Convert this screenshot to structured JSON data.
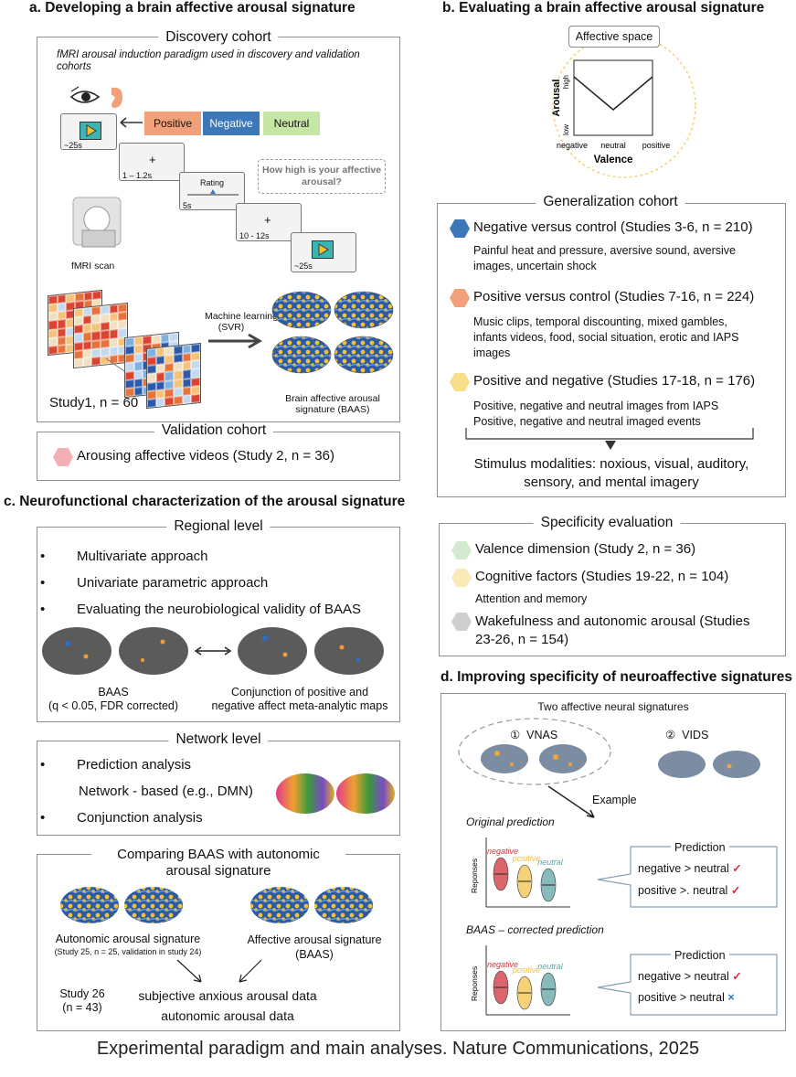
{
  "panel_a": {
    "title": "a.  Developing a brain affective arousal signature",
    "discovery_title": "Discovery cohort",
    "paradigm_caption": "fMRI arousal induction paradigm used in discovery and validation cohorts",
    "conditions": [
      "Positive",
      "Negative",
      "Neutral"
    ],
    "condition_colors": [
      "#f2a07a",
      "#3c78b8",
      "#c6e6a4"
    ],
    "frame_video_time": "~25s",
    "frame_fix1_time": "1 – 1.2s",
    "rating_label": "Rating",
    "rating_time": "5s",
    "question": "How high is your affective arousal?",
    "frame_fix2_time": "10 - 12s",
    "frame_video2_time": "~25s",
    "fixation": "+",
    "scan_label": "fMRI scan",
    "ml_label_1": "Machine learning",
    "ml_label_2": "(SVR)",
    "study_label": "Study1, n = 60",
    "baas_label_1": "Brain affective arousal",
    "baas_label_2": "signature (BAAS)",
    "validation_title": "Validation cohort",
    "validation_item": "Arousing affective videos (Study 2, n = 36)"
  },
  "panel_b": {
    "title": "b.  Evaluating a brain affective arousal signature",
    "affective_space": "Affective space",
    "ylabel": "Arousal",
    "y_high": "high",
    "y_low": "low",
    "xlabel": "Valence",
    "x_ticks": [
      "negative",
      "neutral",
      "positive"
    ],
    "generalization_title": "Generalization cohort",
    "gen_items": [
      {
        "heading": "Negative versus control (Studies 3-6, n = 210)",
        "color": "#3c78b8",
        "detail_1": "Painful heat and pressure, aversive sound, aversive",
        "detail_2": "images, uncertain shock",
        "detail_3": ""
      },
      {
        "heading": "Positive versus control (Studies 7-16, n = 224)",
        "color": "#f2a07a",
        "detail_1": "Music clips, temporal discounting, mixed gambles,",
        "detail_2": "infants videos, food, social situation, erotic and IAPS",
        "detail_3": "images"
      },
      {
        "heading": "Positive and negative (Studies 17-18, n = 176)",
        "color": "#f8de8a",
        "detail_1": "Positive, negative and neutral images from IAPS",
        "detail_2": "Positive, negative and neutral imaged events",
        "detail_3": ""
      }
    ],
    "modalities_1": "Stimulus modalities: noxious, visual, auditory,",
    "modalities_2": "sensory, and mental imagery",
    "specificity_title": "Specificity evaluation",
    "spec_items": [
      {
        "line1": "Valence dimension (Study 2, n = 36)",
        "line2": "",
        "color": "#d4ead0"
      },
      {
        "line1": "Cognitive factors (Studies 19-22, n = 104)",
        "line2": "",
        "color": "#fbeab8"
      },
      {
        "line1": "Wakefulness and autonomic arousal (Studies",
        "line2": "23-26, n = 154)",
        "color": "#cfcfcf"
      }
    ],
    "attention_memory": "Attention and memory"
  },
  "panel_c": {
    "title": "c.  Neurofunctional characterization of the arousal signature",
    "regional_title": "Regional level",
    "regional_bullets": [
      "Multivariate approach",
      "Univariate parametric approach",
      "Evaluating the neurobiological validity of BAAS"
    ],
    "baas_caption_1": "BAAS",
    "baas_caption_2": "(q < 0.05, FDR corrected)",
    "conj_caption_1": "Conjunction of positive and",
    "conj_caption_2": "negative affect meta-analytic maps",
    "network_title": "Network level",
    "network_bullet_1": "Prediction analysis",
    "network_sub": "Network - based (e.g., DMN)",
    "network_bullet_2": "Conjunction analysis",
    "compare_title_1": "Comparing BAAS with autonomic",
    "compare_title_2": "arousal signature",
    "autonomic_label": "Autonomic arousal signature",
    "autonomic_sub": "(Study 25, n = 25, validation in study 24)",
    "affective_label_1": "Affective arousal signature",
    "affective_label_2": "(BAAS)",
    "study26_1": "Study 26",
    "study26_2": "(n = 43)",
    "data_1": "subjective anxious arousal data",
    "data_2": "autonomic arousal data"
  },
  "panel_d": {
    "title": "d.  Improving specificity of neuroaffective signatures",
    "two_signatures": "Two affective neural signatures",
    "sig1_num": "①",
    "sig1": "VNAS",
    "sig2_num": "②",
    "sig2": "VIDS",
    "example": "Example",
    "original_title": "Original prediction",
    "corrected_title": "BAAS – corrected prediction",
    "ylabel": "Reponses",
    "groups": [
      "negative",
      "positive",
      "neutral"
    ],
    "group_colors": [
      "#d2333c",
      "#f1c24a",
      "#5fa3a3"
    ],
    "prediction_label": "Prediction",
    "orig_pred": [
      {
        "text": "negative > neutral",
        "mark": "✓"
      },
      {
        "text": "positive >. neutral",
        "mark": "✓"
      }
    ],
    "corr_pred": [
      {
        "text": "negative > neutral",
        "mark": "✓"
      },
      {
        "text": "positive > neutral",
        "mark": "×"
      }
    ]
  },
  "caption": "Experimental paradigm and main analyses. Nature Communications, 2025"
}
